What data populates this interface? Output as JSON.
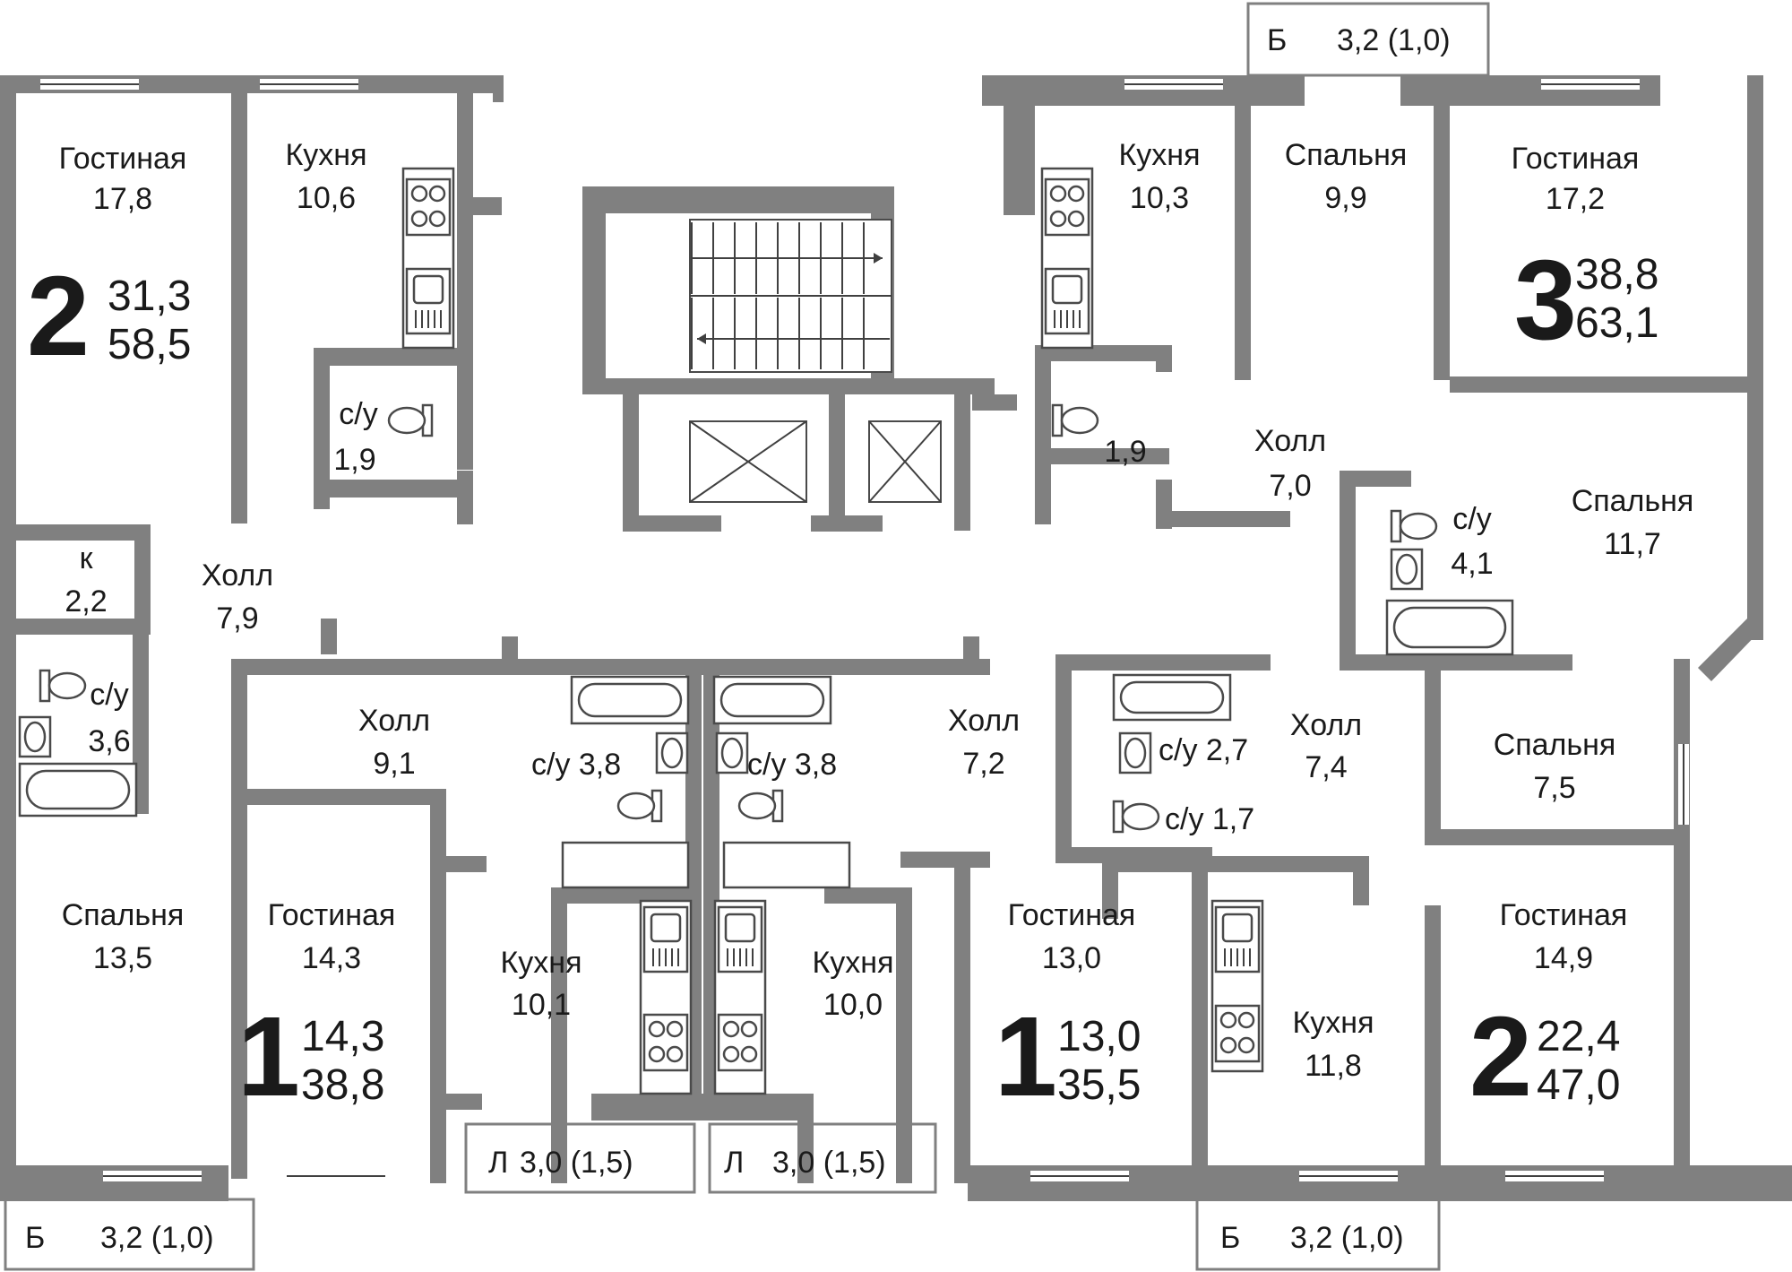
{
  "apartments": [
    {
      "id": "a1",
      "rooms": "2",
      "living_area": "31,3",
      "total_area": "58,5"
    },
    {
      "id": "a2",
      "rooms": "3",
      "living_area": "38,8",
      "total_area": "63,1"
    },
    {
      "id": "a3",
      "rooms": "1",
      "living_area": "14,3",
      "total_area": "38,8"
    },
    {
      "id": "a4",
      "rooms": "1",
      "living_area": "13,0",
      "total_area": "35,5"
    },
    {
      "id": "a5",
      "rooms": "2",
      "living_area": "22,4",
      "total_area": "47,0"
    }
  ],
  "rooms": [
    {
      "name": "Гостиная",
      "area": "17,8"
    },
    {
      "name": "Кухня",
      "area": "10,6"
    },
    {
      "name": "с/у",
      "area": "1,9"
    },
    {
      "name": "Кухня",
      "area": "10,3"
    },
    {
      "name": "Спальня",
      "area": "9,9"
    },
    {
      "name": "Гостиная",
      "area": "17,2"
    },
    {
      "name": "Холл",
      "area": "7,0"
    },
    {
      "name": "с/у",
      "area": "4,1"
    },
    {
      "name": "Спальня",
      "area": "11,7"
    },
    {
      "name": "к",
      "area": "2,2"
    },
    {
      "name": "Холл",
      "area": "7,9"
    },
    {
      "name": "с/у",
      "area": "3,6"
    },
    {
      "name": "Холл",
      "area": "9,1"
    },
    {
      "name": "Холл",
      "area": "7,2"
    },
    {
      "name": "Холл",
      "area": "7,4"
    },
    {
      "name": "Спальня",
      "area": "7,5"
    },
    {
      "name": "Спальня",
      "area": "13,5"
    },
    {
      "name": "Гостиная",
      "area": "14,3"
    },
    {
      "name": "Кухня",
      "area": "10,1"
    },
    {
      "name": "Кухня",
      "area": "10,0"
    },
    {
      "name": "Гостиная",
      "area": "13,0"
    },
    {
      "name": "Кухня",
      "area": "11,8"
    },
    {
      "name": "Гостиная",
      "area": "14,9"
    }
  ],
  "inline_labels": {
    "wc_area_kitchen_right": "1,9",
    "wc_3_8_left": "с/у 3,8",
    "wc_3_8_right": "с/у 3,8",
    "wc_2_7": "с/у 2,7",
    "wc_1_7": "с/у 1,7"
  },
  "balconies": [
    {
      "code": "Б",
      "area": "3,2 (1,0)"
    },
    {
      "code": "Л",
      "area": "3,0 (1,5)"
    },
    {
      "code": "Л",
      "area": "3,0 (1,5)"
    },
    {
      "code": "Б",
      "area": "3,2 (1,0)"
    },
    {
      "code": "Б",
      "area": "3,2 (1,0)"
    }
  ],
  "colors": {
    "wall": "#808080",
    "fixture": "#4a4a4a",
    "text": "#1a1a1a",
    "background": "#ffffff"
  }
}
